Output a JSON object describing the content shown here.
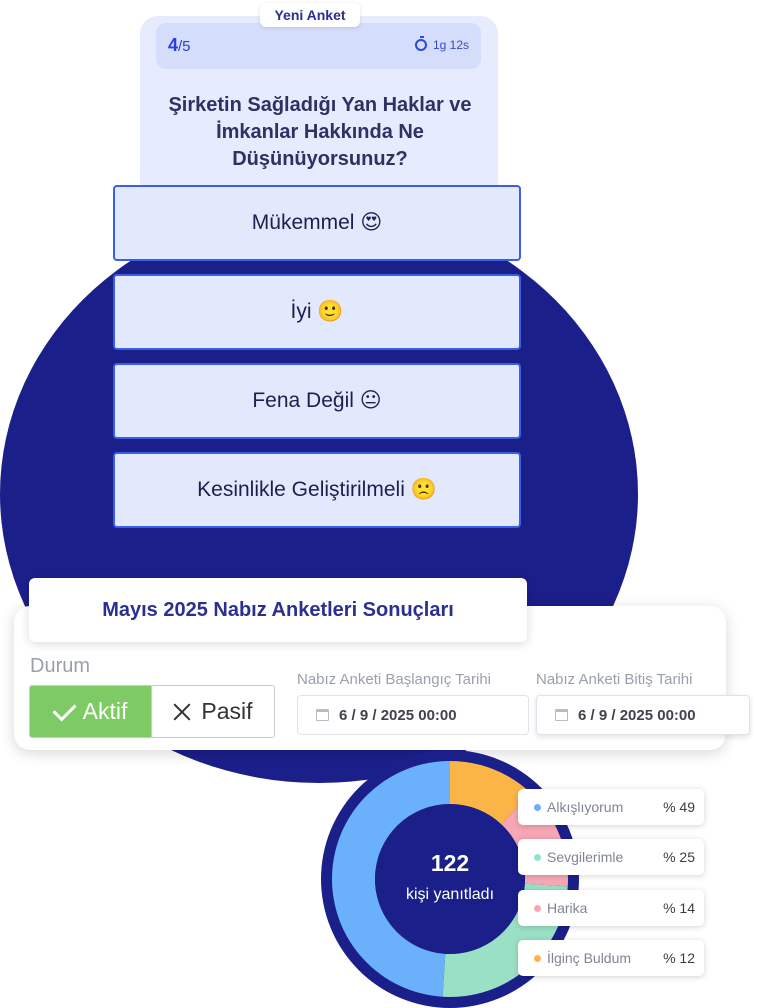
{
  "survey": {
    "badge": "Yeni Anket",
    "progress_current": "4",
    "progress_total": "/5",
    "timer": "1g 12s",
    "question": "Şirketin Sağladığı Yan Haklar ve İmkanlar Hakkında Ne Düşünüyorsunuz?",
    "options": [
      {
        "label": "Mükemmel",
        "emoji": "😍"
      },
      {
        "label": "İyi",
        "emoji": "🙂"
      },
      {
        "label": "Fena Değil",
        "emoji": "😐"
      },
      {
        "label": "Kesinlikle Geliştirilmeli",
        "emoji": "🙁"
      }
    ]
  },
  "results": {
    "title": "Mayıs 2025 Nabız Anketleri Sonuçları",
    "status_label": "Durum",
    "active_label": "Aktif",
    "passive_label": "Pasif",
    "start_label": "Nabız Anketi Başlangıç Tarihi",
    "end_label": "Nabız Anketi Bitiş Tarihi",
    "start_date": "6 / 9 / 2025 00:00",
    "end_date": "6 / 9 / 2025 00:00"
  },
  "donut": {
    "total": "122",
    "total_label": "kişi yanıtladı",
    "items": [
      {
        "name": "Alkışlıyorum",
        "percent": "% 49",
        "value": 49,
        "color": "#6ab0fb"
      },
      {
        "name": "Sevgilerimle",
        "percent": "% 25",
        "value": 25,
        "color": "#9ae0c4"
      },
      {
        "name": "Harika",
        "percent": "% 14",
        "value": 14,
        "color": "#f6a6b4"
      },
      {
        "name": "İlginç Buldum",
        "percent": "% 12",
        "value": 12,
        "color": "#fbb547"
      }
    ]
  }
}
